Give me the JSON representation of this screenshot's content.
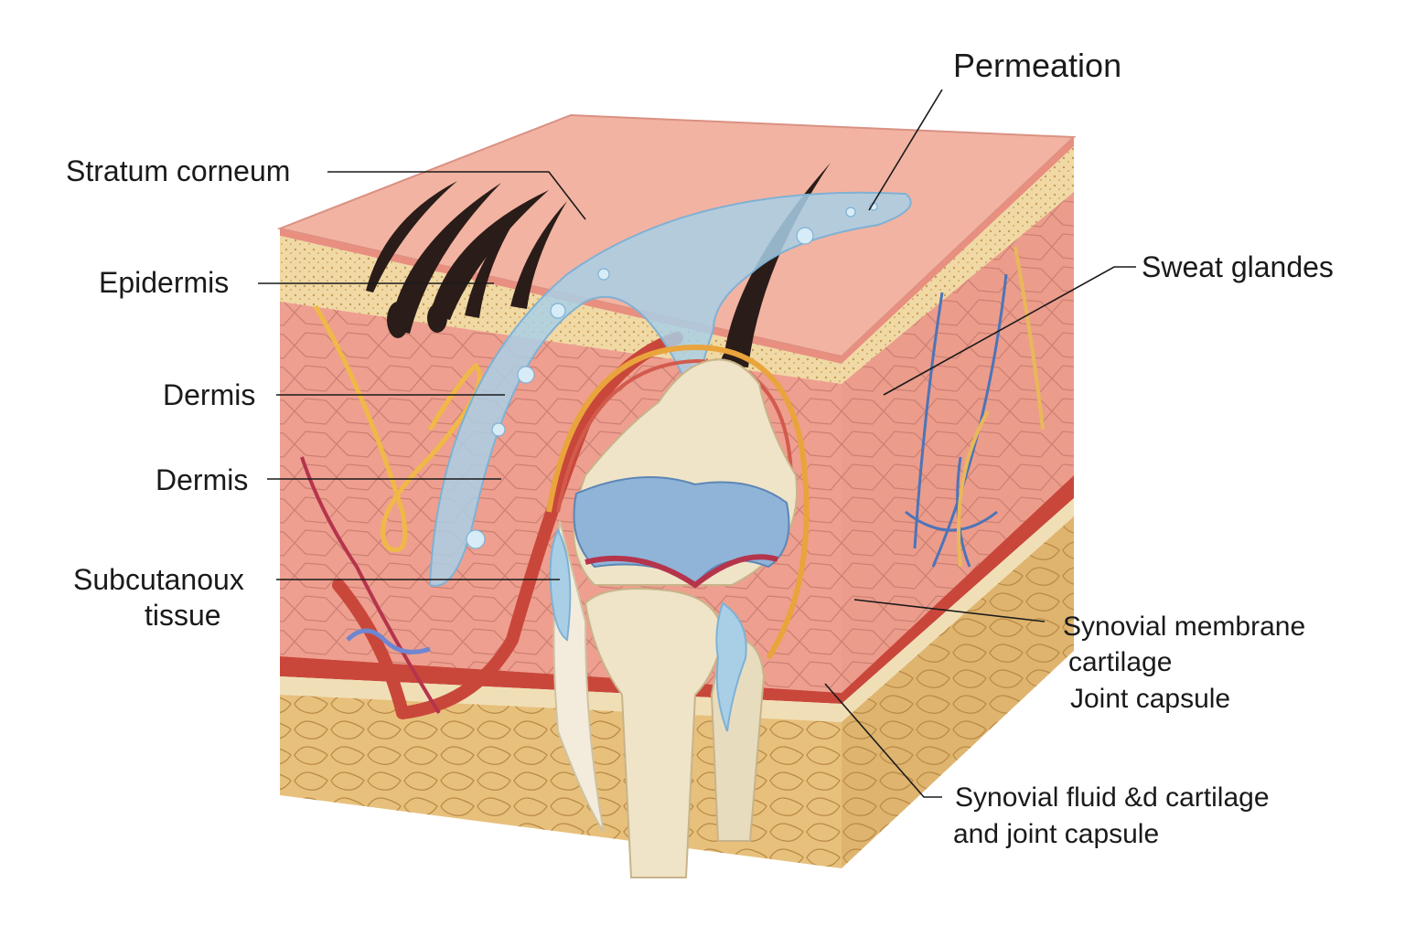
{
  "labels": {
    "permeation": "Permeation",
    "stratum_corneum": "Stratum corneum",
    "epidermis": "Epidermis",
    "dermis_1": "Dermis",
    "dermis_2": "Dermis",
    "subcutaneous_line1": "Subcutanoux",
    "subcutaneous_line2": "tissue",
    "sweat_glands": "Sweat glandes",
    "synovial_block_line1": "Synovial membrane",
    "synovial_block_line2": "cartilage",
    "synovial_block_line3": "Joint capsule",
    "fluid_block_line1": "Synovial fluid &d cartilage",
    "fluid_block_line2": "and joint capsule"
  },
  "colors": {
    "skin_top": "#f2b3a2",
    "epidermis_band": "#f0d9a4",
    "dermis": "#ee9f8f",
    "subcutaneous": "#e7c07c",
    "bone": "#efe4c8",
    "fluid": "#a9cfe6",
    "cartilage": "#8fb4d8",
    "vessel": "#c9473a",
    "nerve": "#f0b947",
    "hair": "#2a1c18"
  }
}
